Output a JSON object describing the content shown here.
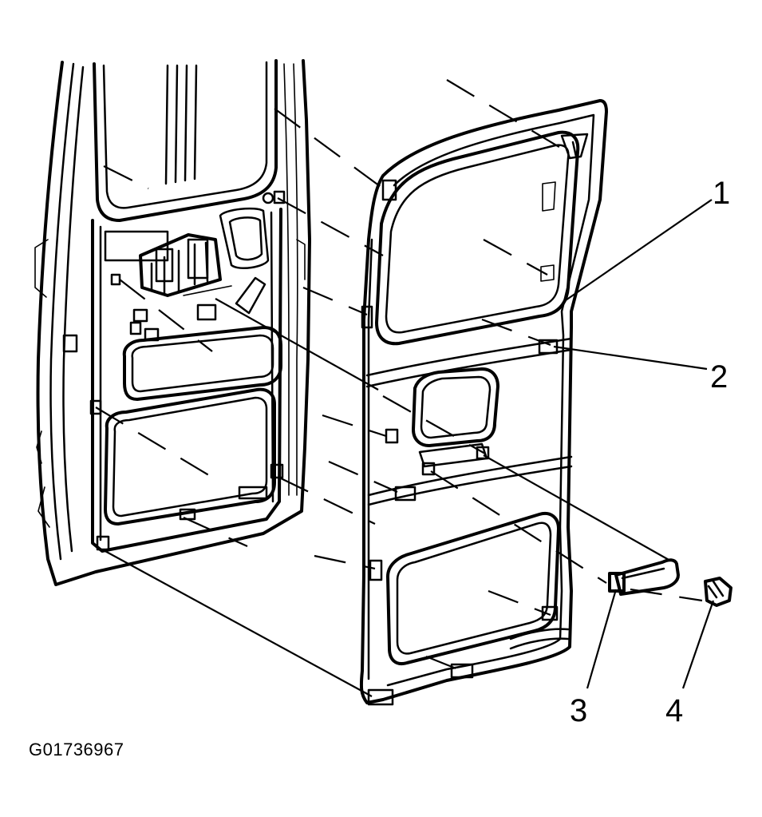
{
  "figure_id": "G01736967",
  "callouts": [
    {
      "label": "1"
    },
    {
      "label": "2"
    },
    {
      "label": "3"
    },
    {
      "label": "4"
    }
  ]
}
